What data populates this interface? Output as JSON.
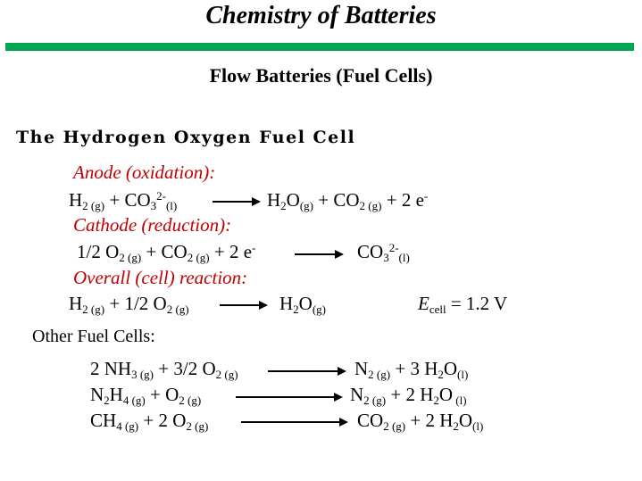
{
  "header": {
    "title": "Chemistry of Batteries",
    "subtitle": "Flow Batteries (Fuel Cells)",
    "rule_color": "#00a651"
  },
  "section_title": "The Hydrogen Oxygen Fuel Cell",
  "label_color": "#c00000",
  "anode": {
    "label": "Anode (oxidation):",
    "lhs_a": "H",
    "lhs_a_sub": "2 (g)",
    "plus1": " + ",
    "lhs_b": "CO",
    "lhs_b_sub": "3",
    "lhs_b_sup": "2-",
    "lhs_b_phase": "(l)",
    "rhs_a": "H",
    "rhs_a_sub": "2",
    "rhs_a2": "O",
    "rhs_a_phase": "(g)",
    "plus2": " + ",
    "rhs_b": "CO",
    "rhs_b_sub": "2 (g)",
    "plus3": " + ",
    "rhs_c": "2 e",
    "rhs_c_sup": "-"
  },
  "cathode": {
    "label": "Cathode (reduction):",
    "lhs_a": "1/2 O",
    "lhs_a_sub": "2 (g)",
    "plus1": " + ",
    "lhs_b": "CO",
    "lhs_b_sub": "2 (g)",
    "plus2": " + ",
    "lhs_c": "2 e",
    "lhs_c_sup": "-",
    "rhs": "CO",
    "rhs_sub": "3",
    "rhs_sup": "2-",
    "rhs_phase": "(l)"
  },
  "overall": {
    "label": "Overall (cell) reaction:",
    "lhs_a": "H",
    "lhs_a_sub": "2 (g)",
    "plus1": " + ",
    "lhs_b": "1/2 O",
    "lhs_b_sub": "2 (g)",
    "rhs": "H",
    "rhs_sub": "2",
    "rhs2": "O",
    "rhs_phase": "(g)",
    "ecell_E": "E",
    "ecell_sub": "cell",
    "ecell_value": " = 1.2 V"
  },
  "other": {
    "heading": "Other Fuel Cells:",
    "r1": {
      "lhs_a": "2 NH",
      "lhs_a_sub": "3 (g)",
      "plus1": " + ",
      "lhs_b": "3/2 O",
      "lhs_b_sub": "2 (g)",
      "rhs_a": "N",
      "rhs_a_sub": "2 (g)",
      "plus2": " + ",
      "rhs_b": "3 H",
      "rhs_b_sub": "2",
      "rhs_b2": "O",
      "rhs_b_phase": "(l)"
    },
    "r2": {
      "lhs_a": "N",
      "lhs_a_sub": "2",
      "lhs_a2": "H",
      "lhs_a2_sub": "4 (g)",
      "plus1": " + ",
      "lhs_b": "O",
      "lhs_b_sub": "2 (g)",
      "rhs_a": "N",
      "rhs_a_sub": "2 (g)",
      "plus2": " + ",
      "rhs_b": "2 H",
      "rhs_b_sub": "2",
      "rhs_b2": "O",
      "rhs_b_phase": " (l)"
    },
    "r3": {
      "lhs_a": "CH",
      "lhs_a_sub": "4 (g)",
      "plus1": " + ",
      "lhs_b": "2 O",
      "lhs_b_sub": "2 (g)",
      "rhs_a": "CO",
      "rhs_a_sub": "2 (g)",
      "plus2": " + ",
      "rhs_b": "2 H",
      "rhs_b_sub": "2",
      "rhs_b2": "O",
      "rhs_b_phase": "(l)"
    }
  }
}
